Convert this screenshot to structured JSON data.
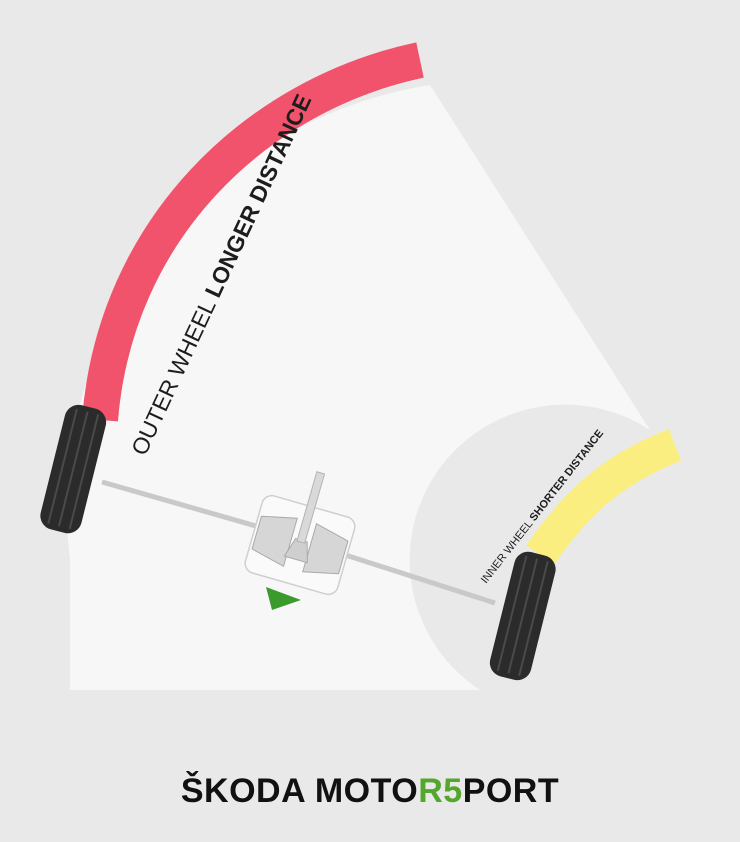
{
  "diagram": {
    "outer_label_light": "OUTER WHEEL ",
    "outer_label_bold": "LONGER DISTANCE",
    "inner_label_light": "INNER WHEEL ",
    "inner_label_bold": "SHORTER DISTANCE"
  },
  "brand": {
    "part1": "ŠKODA MOTO",
    "part2": "R",
    "part3": "5",
    "part4": "PORT"
  },
  "colors": {
    "background": "#e9e9e9",
    "sector": "#f7f7f7",
    "outer_track": "#f0536b",
    "inner_track": "#fbee80",
    "tyre": "#2b2b2b",
    "direction_arrow": "#3a9a2c",
    "brand_accent": "#55a62c"
  }
}
